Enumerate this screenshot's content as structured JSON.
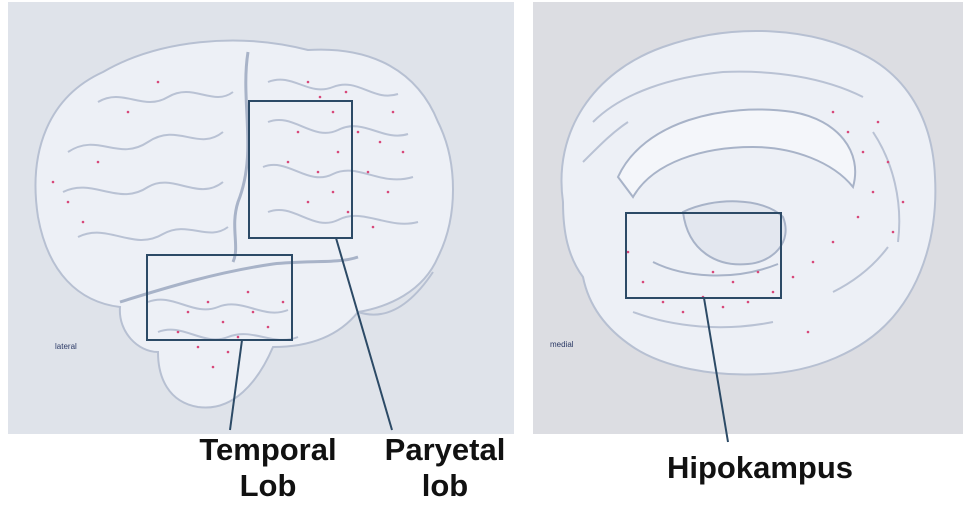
{
  "panels": {
    "left": {
      "view_label": "lateral"
    },
    "right": {
      "view_label": "medial"
    }
  },
  "callouts": {
    "temporal": "Temporal\nLob",
    "parietal": "Paryetal\nlob",
    "hippocampus": "Hipokampus"
  },
  "colors": {
    "frame": "#2c4a66",
    "dots": "#d8487a",
    "brain_fill": "#e9edf4",
    "sulcus": "#a8b3c8"
  }
}
